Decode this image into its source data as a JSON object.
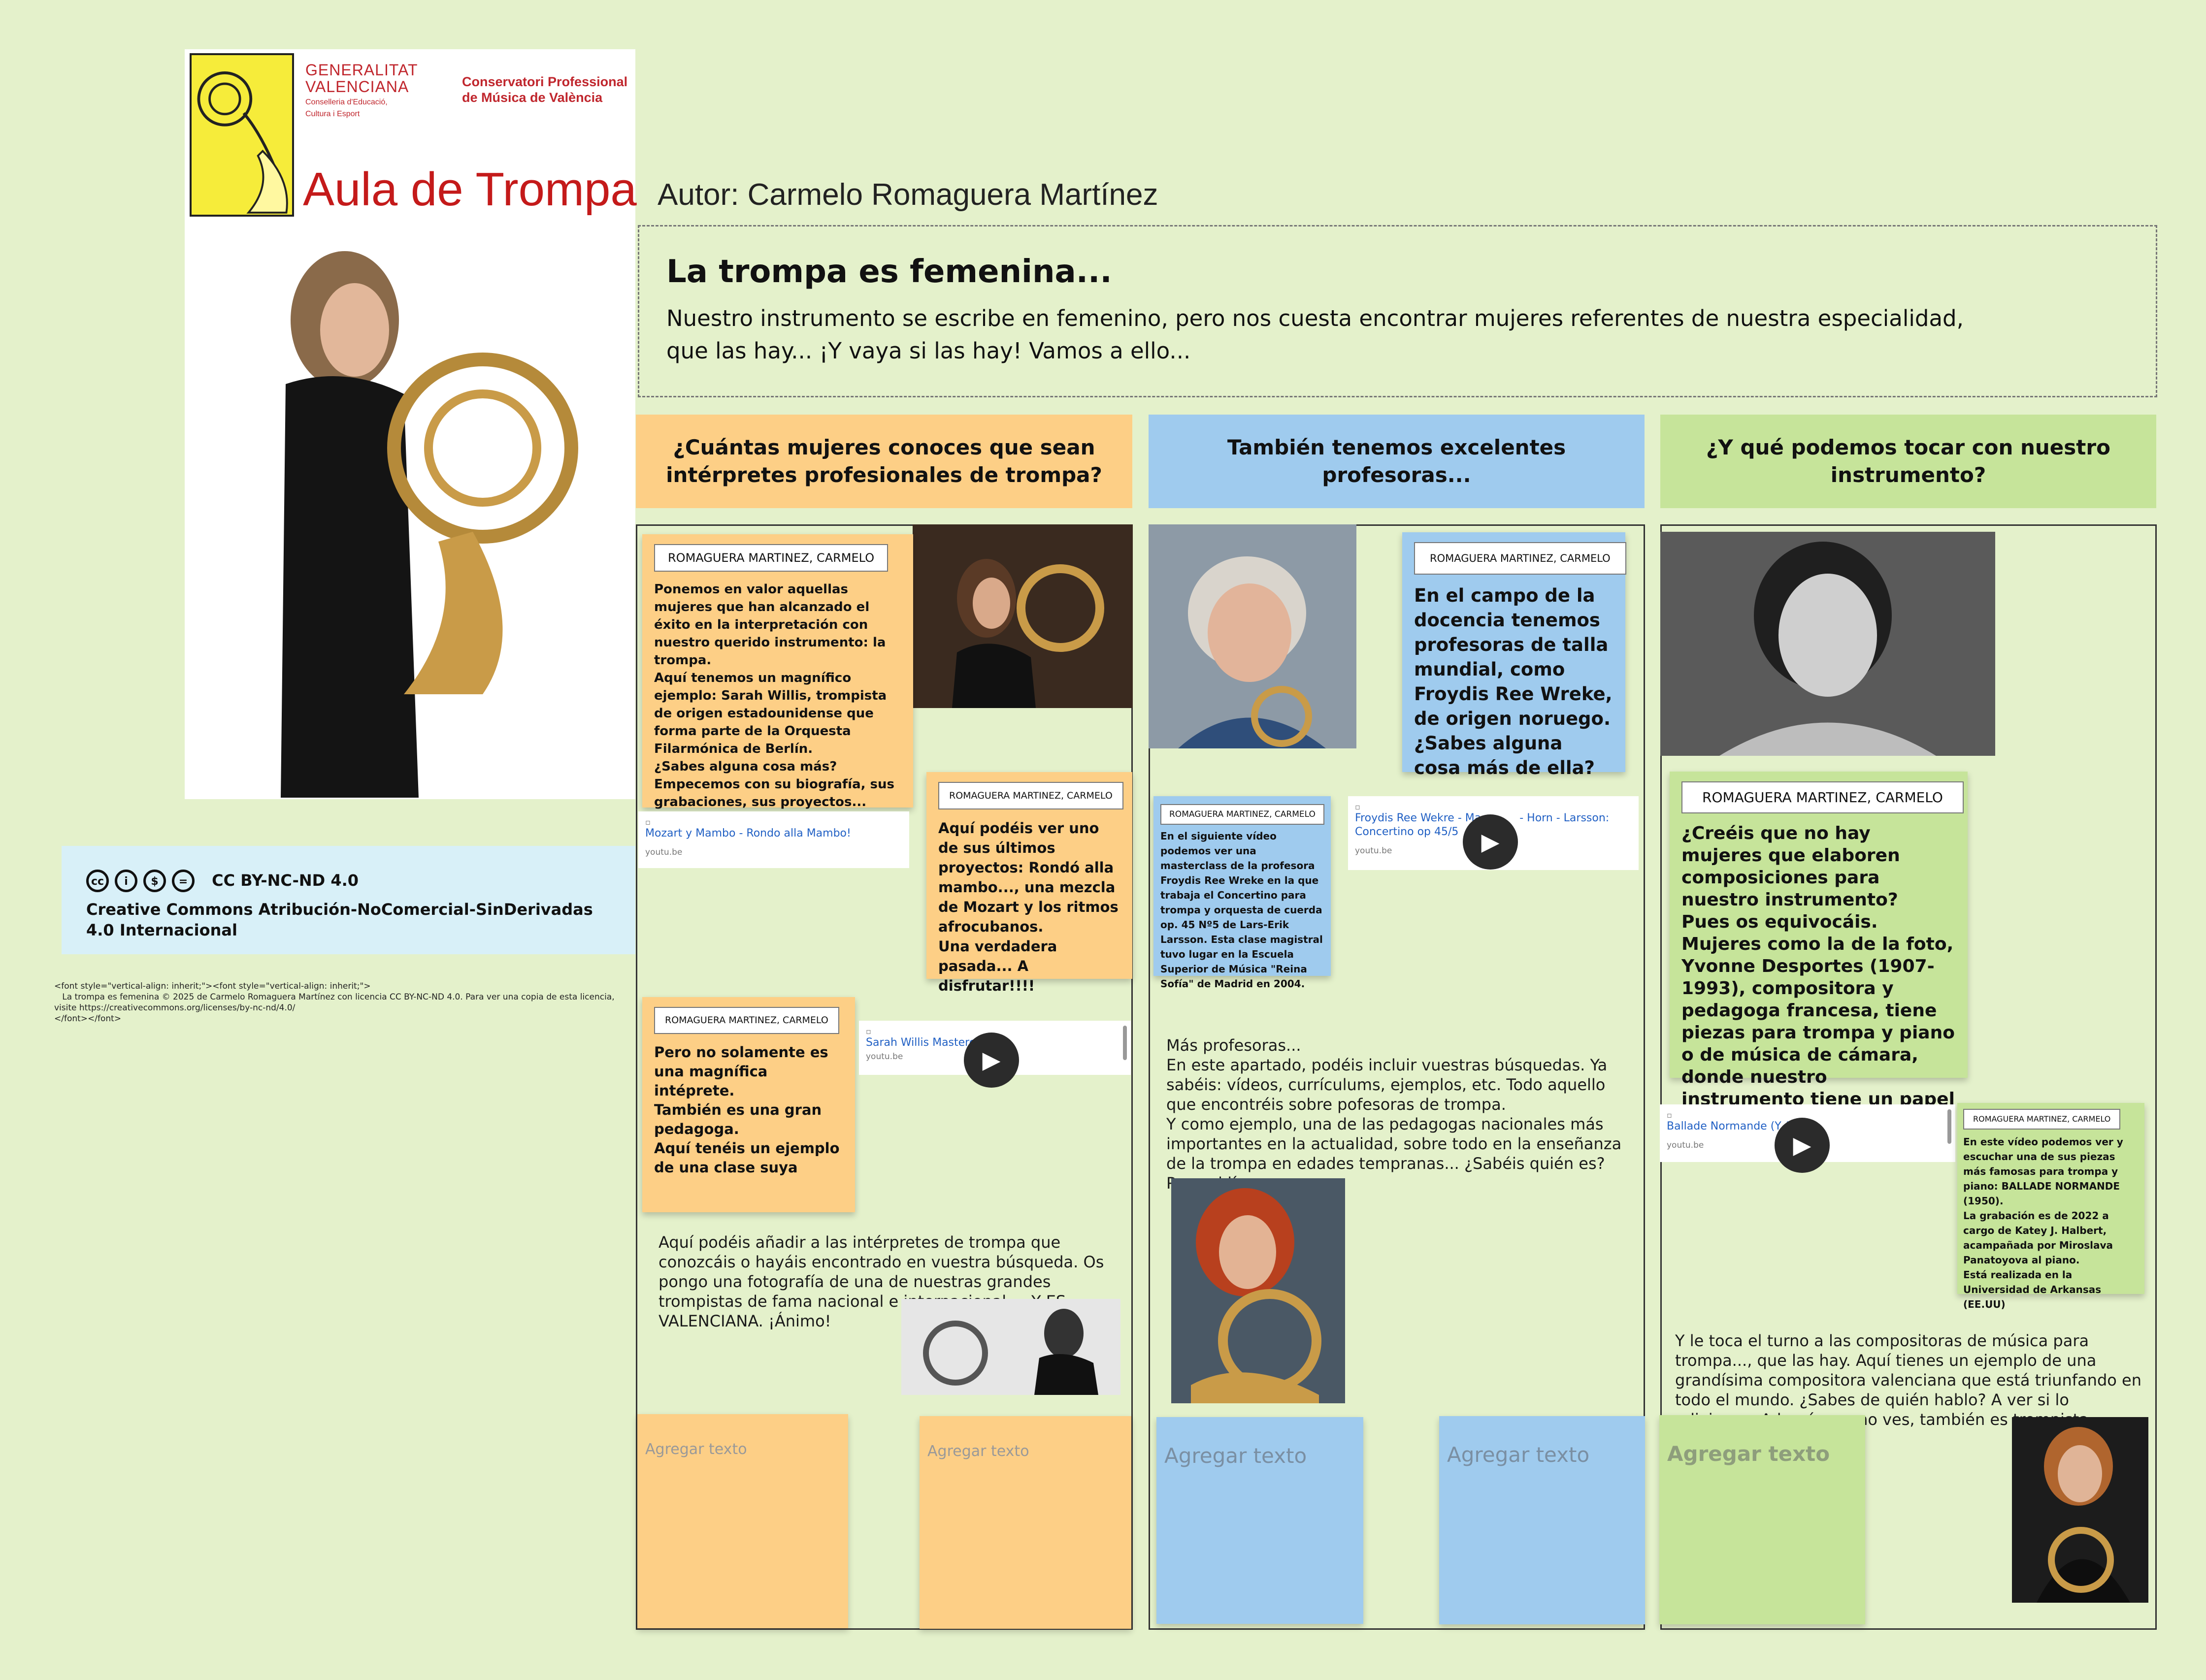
{
  "poster": {
    "gva_line1": "GENERALITAT",
    "gva_line2": "VALENCIANA",
    "gva_sub1": "Conselleria d'Educació,",
    "gva_sub2": "Cultura i Esport",
    "conservatori_line1": "Conservatori Professional",
    "conservatori_line2": "de Música de València",
    "title": "Aula de Trompa"
  },
  "license": {
    "title": "CC BY-NC-ND 4.0",
    "name": "Creative Commons Atribución-NoComercial-SinDerivadas 4.0 Internacional",
    "icons": [
      "cc-icon",
      "by-icon",
      "nc-icon",
      "nd-icon"
    ],
    "raw_html": "<font style=\"vertical-align: inherit;\"><font style=\"vertical-align: inherit;\">\n   La trompa es femenina © 2025 de Carmelo Romaguera Martínez con licencia CC BY-NC-ND 4.0. Para ver una copia de esta licencia, visite https://creativecommons.org/licenses/by-nc-nd/4.0/\n</font></font>"
  },
  "header": {
    "author": "Autor: Carmelo Romaguera Martínez",
    "title": "La trompa es femenina...",
    "body": "Nuestro instrumento se escribe en femenino, pero nos cuesta encontrar mujeres referentes de nuestra especialidad, que las hay... ¡Y vaya si las hay! Vamos a ello..."
  },
  "columns": [
    {
      "title": "¿Cuántas mujeres conoces que sean intérpretes profesionales de trompa?",
      "color": "#fdcf86"
    },
    {
      "title": "También tenemos excelentes profesoras...",
      "color": "#9fcbee"
    },
    {
      "title": "¿Y qué podemos tocar con nuestro instrumento?",
      "color": "#c6e49a"
    }
  ],
  "col1": {
    "note1": {
      "author": "ROMAGUERA MARTINEZ, CARMELO",
      "text": "Ponemos en valor aquellas mujeres que han alcanzado el éxito en la interpretación con nuestro querido instrumento: la trompa.\nAquí tenemos un magnífico ejemplo: Sarah Willis, trompista de origen estadounidense que forma parte de la Orquesta Filarmónica de Berlín.\n¿Sabes alguna cosa más? Empecemos con su biografía, sus grabaciones, sus proyectos...\n¡Adelante!"
    },
    "link1": {
      "title": "Mozart y Mambo - Rondo alla Mambo!",
      "domain": "youtu.be"
    },
    "note2": {
      "author": "ROMAGUERA MARTINEZ, CARMELO",
      "text": "Aquí podéis ver uno de sus últimos proyectos: Rondó alla mambo..., una mezcla de Mozart y los ritmos afrocubanos.\nUna verdadera pasada... A disfrutar!!!!"
    },
    "note3": {
      "author": "ROMAGUERA MARTINEZ, CARMELO",
      "text": "Pero no solamente es una magnífica intéprete.\nTambién es una gran pedagoga.\nAquí tenéis un ejemplo de una clase suya"
    },
    "link2": {
      "title": "Sarah Willis Masterclass",
      "domain": "youtu.be"
    },
    "text": "Aquí podéis añadir a las intérpretes de trompa que conozcáis o hayáis encontrado en vuestra búsqueda. Os pongo una fotografía de una de nuestras grandes trompistas de fama nacional e internacional..., Y ES VALENCIANA. ¡Ánimo!",
    "add1": "Agregar texto",
    "add2": "Agregar texto"
  },
  "col2": {
    "note1": {
      "author": "ROMAGUERA MARTINEZ, CARMELO",
      "text": "En el campo de la docencia tenemos profesoras de talla mundial, como Froydis Ree Wreke, de origen noruego. ¿Sabes alguna cosa más de ella?"
    },
    "note2": {
      "author": "ROMAGUERA MARTINEZ, CARMELO",
      "text": "En el siguiente vídeo podemos ver una masterclass de la profesora Froydis Ree Wreke en la que trabaja el Concertino para trompa y orquesta de cuerda op. 45 Nº5 de Lars-Erik Larsson. Esta clase magistral tuvo lugar en la Escuela Superior de Música \"Reina Sofía\" de Madrid en 2004."
    },
    "link1": {
      "title_part1": "Froydis Ree Wekre - Ma",
      "title_part2": "- Horn - Larsson:",
      "title_line2": "Concertino op 45/5",
      "domain": "youtu.be"
    },
    "text": "Más profesoras...\nEn este apartado, podéis incluir vuestras búsquedas. Ya sabéis: vídeos, currículums, ejemplos, etc. Todo aquello que encontréis sobre pofesoras de trompa.\nY como ejemplo, una de las pedagogas nacionales más importantes en la actualidad, sobre todo en la enseñanza de la trompa en edades tempranas... ¿Sabéis quién es? Pues al lío.",
    "add1": "Agregar texto",
    "add2": "Agregar texto"
  },
  "col3": {
    "note1": {
      "author": "ROMAGUERA MARTINEZ, CARMELO",
      "text": "¿Creéis que no hay mujeres que elaboren composiciones para nuestro instrumento?\nPues os equivocáis. Mujeres como la de la foto, Yvonne Desportes (1907-1993), compositora y pedagoga francesa, tiene piezas para trompa y piano o de música de cámara, donde nuestro instrumento tiene un papel principal."
    },
    "link1": {
      "title": "Ballade Normande (Y. D",
      "domain": "youtu.be"
    },
    "note2": {
      "author": "ROMAGUERA MARTINEZ, CARMELO",
      "text": "En este vídeo podemos ver y escuchar una de sus piezas más famosas para trompa y piano: BALLADE NORMANDE (1950).\nLa grabación es de 2022 a cargo de Katey J. Halbert, acampañada por Miroslava Panatoyova al piano.\nEstá realizada en la Universidad de Arkansas (EE.UU)"
    },
    "text": "Y le toca el turno a las compositoras de música para trompa..., que las hay. Aquí tienes un ejemplo de una grandísima compositora valenciana que está triunfando en todo el mundo. ¿Sabes de quién hablo? A ver si lo adivinas... Además, como ves, también es trompista.",
    "add1": "Agregar texto"
  },
  "icons": {
    "play": "play-icon",
    "broken_image": "broken-image-icon"
  }
}
